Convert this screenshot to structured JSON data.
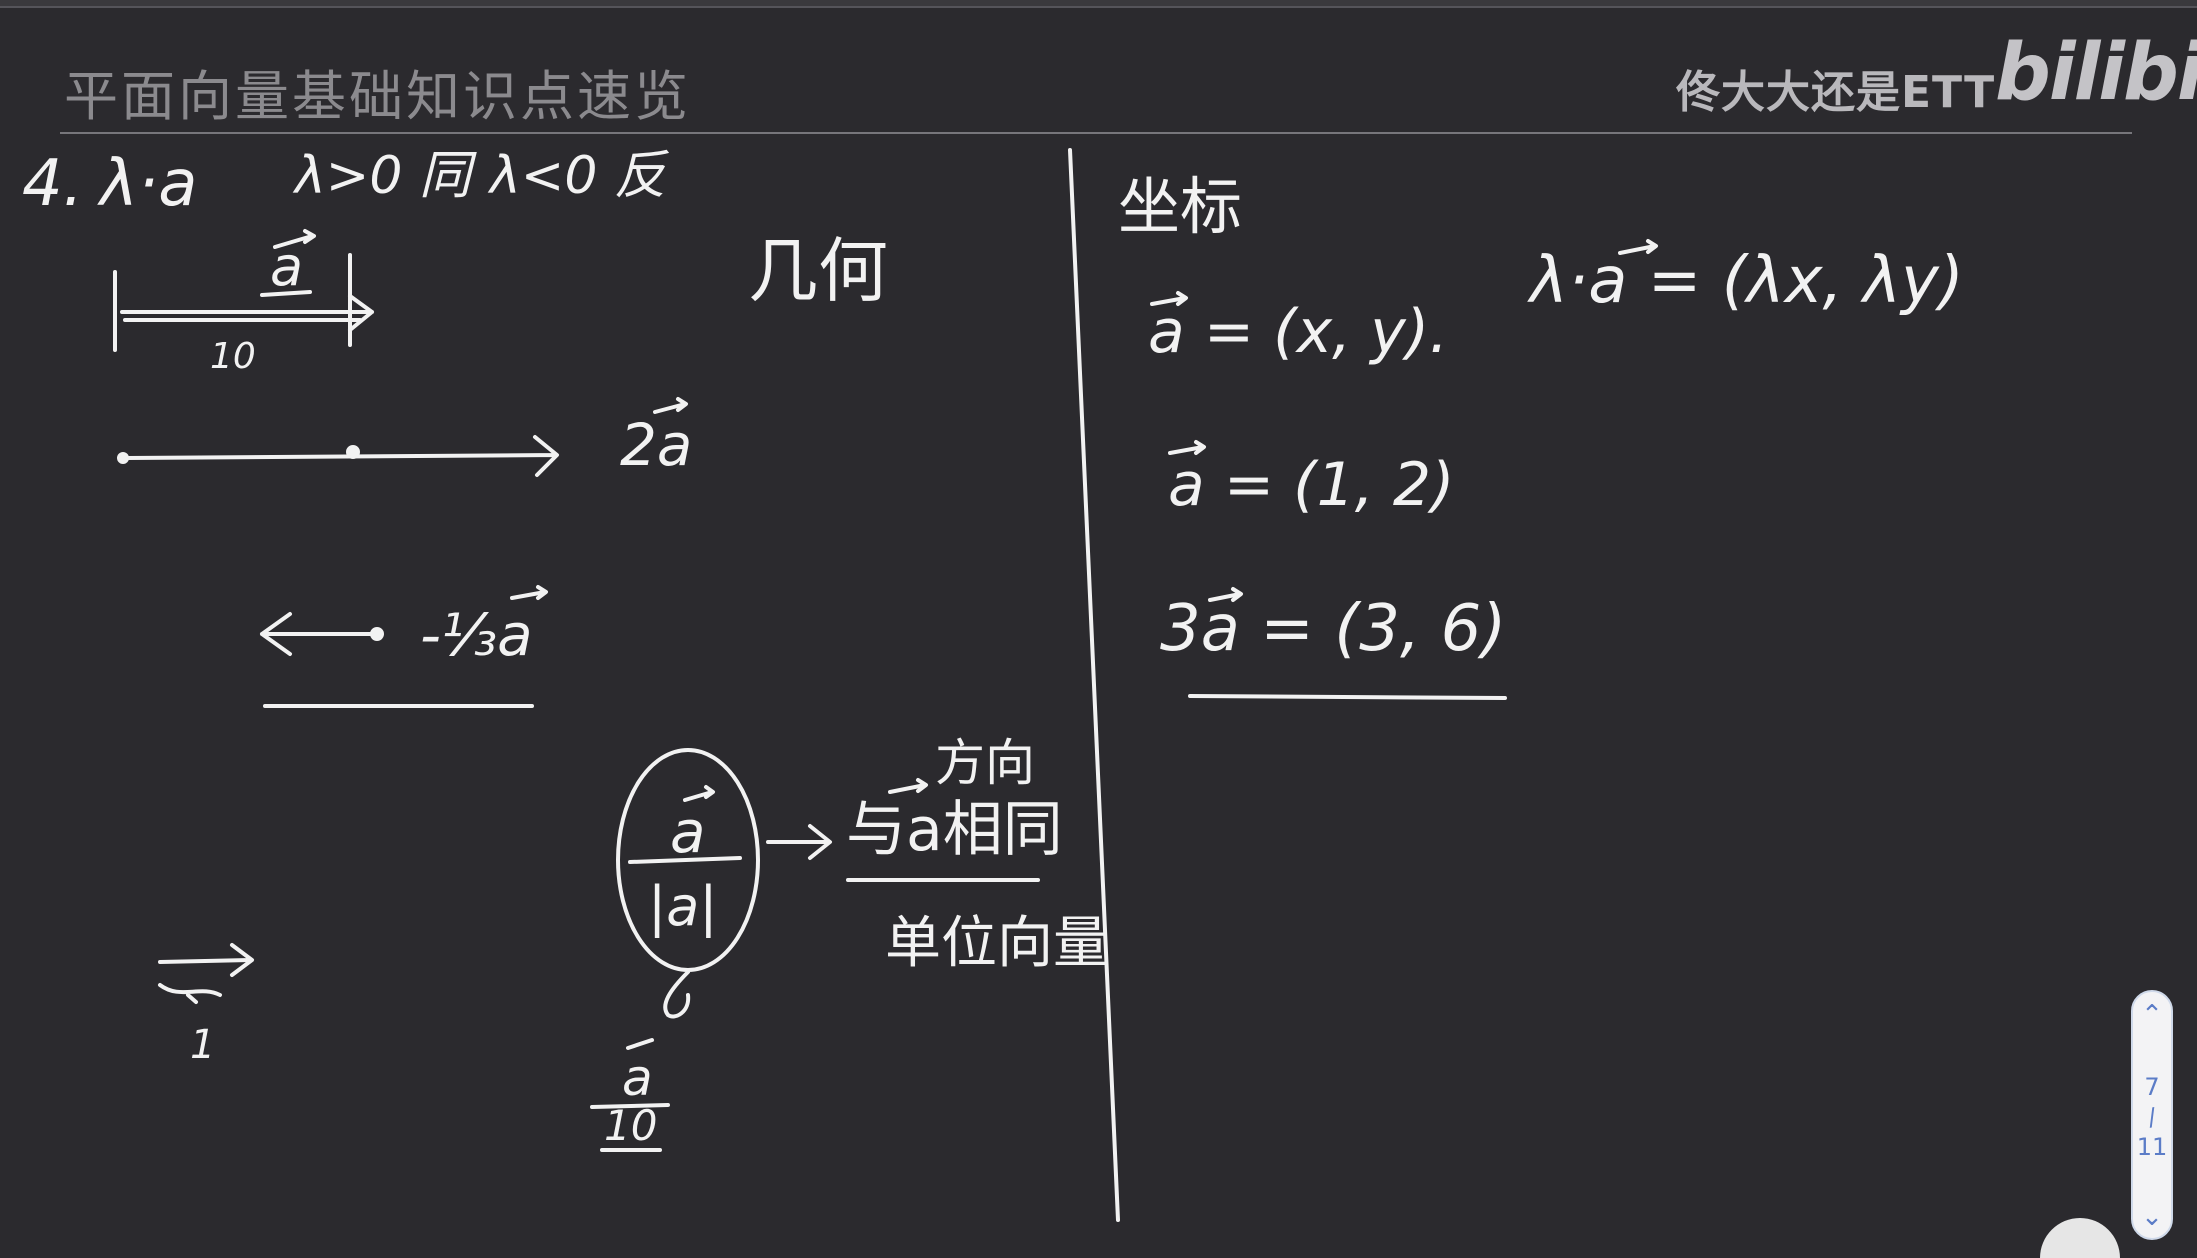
{
  "header": {
    "title": "平面向量基础知识点速览",
    "uploader": "佟大大还是ETT",
    "logo": "bilibili"
  },
  "board": {
    "item_number": "4.",
    "scalar_product": "λ·a",
    "rule_same": "λ>0 同",
    "rule_opposite": "λ<0 反",
    "geometry_label": "几何",
    "vec_a_label": "a",
    "vec_a_length": "10",
    "vec_2a_label": "2a",
    "vec_neg_third_label": "-⅓a",
    "unit_expr_numerator": "a",
    "unit_expr_denominator": "|a|",
    "direction_word": "方向",
    "same_as_a": "与a相同",
    "unit_vector_word": "单位向量",
    "unit_length": "1",
    "a_over_10_num": "a",
    "a_over_10_den": "10",
    "coordinates_label": "坐标",
    "coord_def": "a = (x, y).",
    "coord_rule": "λ·a = (λx, λy)",
    "coord_example": "a = (1, 2)",
    "coord_result": "3a = (3, 6)"
  },
  "pager": {
    "current": "7",
    "separator": "/",
    "total": "11",
    "prev_icon": "chevron-up-icon",
    "next_icon": "chevron-down-icon"
  },
  "colors": {
    "background": "#2b2a2e",
    "chalk": "#f2f2f2",
    "accent": "#5b7cc7"
  }
}
